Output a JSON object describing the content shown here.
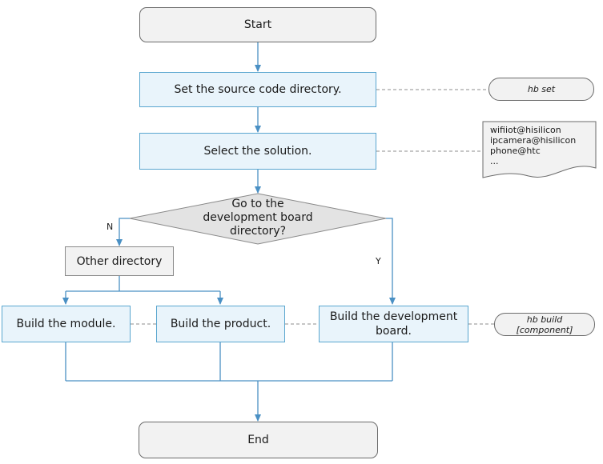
{
  "flow": {
    "start": "Start",
    "set_dir": "Set the source code directory.",
    "select_solution": "Select the solution.",
    "decision": [
      "Go to the",
      "development board",
      "directory?"
    ],
    "branch_no": "N",
    "branch_yes": "Y",
    "other_dir": "Other directory",
    "build_module": "Build the module.",
    "build_product": "Build the product.",
    "build_board": [
      "Build the development",
      "board."
    ],
    "end": "End"
  },
  "notes": {
    "hb_set": "hb set",
    "solutions": [
      "wifiiot@hisilicon",
      "ipcamera@hisilicon",
      "phone@htc",
      "..."
    ],
    "hb_build": [
      "hb build",
      "[component]"
    ]
  },
  "colors": {
    "arrow": "#4a90c4",
    "connector": "#4a90c4",
    "dashed": "#8c8c8c"
  }
}
